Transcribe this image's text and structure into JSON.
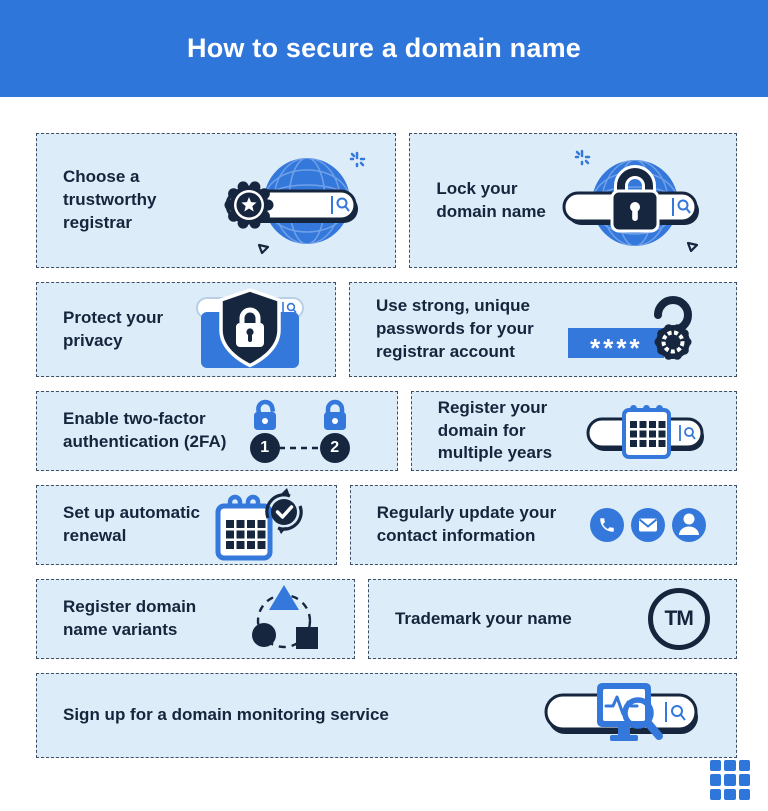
{
  "header": {
    "title": "How to secure a domain name",
    "bg_color": "#2F76DB"
  },
  "colors": {
    "card_background": "#DCECF9",
    "card_border": "#3E4E63",
    "text_navy": "#15253C",
    "icon_navy": "#16263E",
    "icon_blue": "#3478DB",
    "white": "#FFFFFF"
  },
  "cards": [
    {
      "label": "Choose a trustworthy registrar",
      "icon": "globe-search-badge-icon"
    },
    {
      "label": "Lock your domain name",
      "icon": "globe-search-padlock-icon"
    },
    {
      "label": "Protect your privacy",
      "icon": "shield-lock-icon"
    },
    {
      "label": "Use strong, unique passwords for your registrar account",
      "icon": "password-field-lock-icon",
      "mask": "****"
    },
    {
      "label": "Enable two-factor authentication (2FA)",
      "icon": "two-factor-locks-icon",
      "steps": [
        "1",
        "2"
      ]
    },
    {
      "label": "Register your domain for multiple years",
      "icon": "calendar-search-bar-icon"
    },
    {
      "label": "Set up automatic renewal",
      "icon": "calendar-refresh-icon"
    },
    {
      "label": "Regularly update your contact information",
      "icon": "phone-mail-person-icons"
    },
    {
      "label": "Register domain name variants",
      "icon": "shape-variants-icon"
    },
    {
      "label": "Trademark your name",
      "icon": "trademark-circle-icon",
      "badge": "TM"
    },
    {
      "label": "Sign up for a domain monitoring service",
      "icon": "monitor-search-bar-icon"
    }
  ],
  "footer": {
    "logo": "blue-grid-logo"
  }
}
